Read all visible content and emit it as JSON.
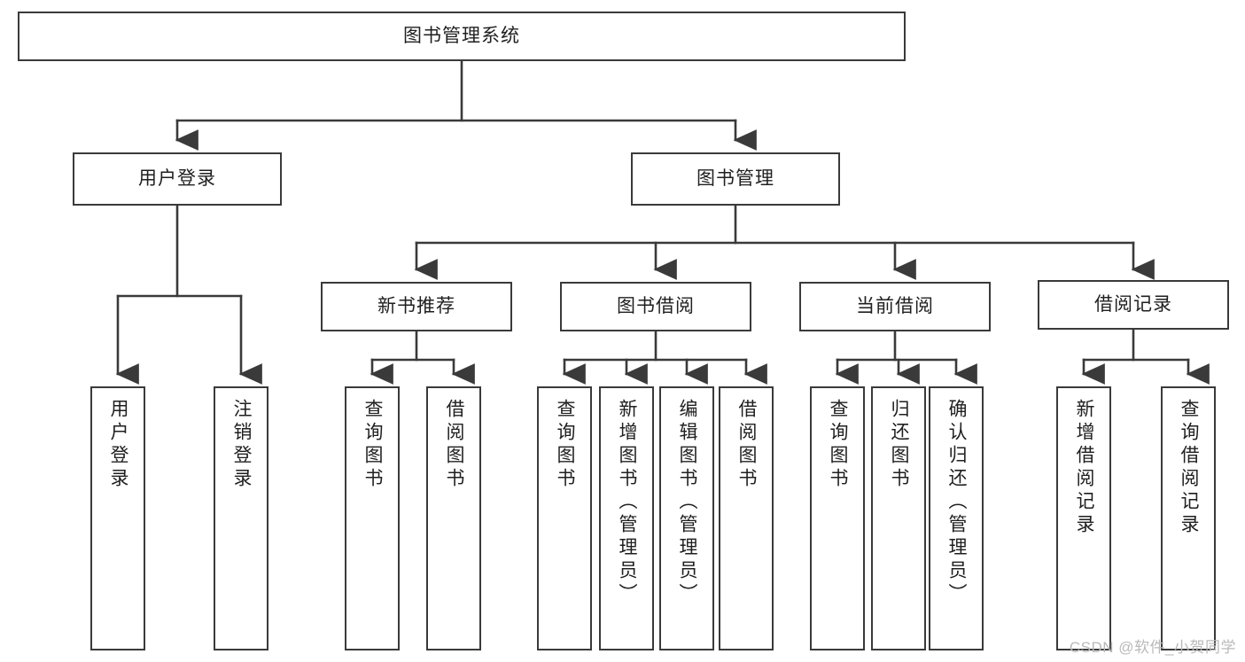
{
  "diagram": {
    "type": "tree",
    "title": "图书管理系统",
    "root": {
      "id": "root",
      "label": "图书管理系统"
    },
    "level1": [
      {
        "id": "user-login",
        "label": "用户登录"
      },
      {
        "id": "book-manage",
        "label": "图书管理"
      }
    ],
    "level2": [
      {
        "id": "new-book-recommend",
        "label": "新书推荐",
        "parent": "book-manage"
      },
      {
        "id": "book-borrow",
        "label": "图书借阅",
        "parent": "book-manage"
      },
      {
        "id": "current-borrow",
        "label": "当前借阅",
        "parent": "book-manage"
      },
      {
        "id": "borrow-record",
        "label": "借阅记录",
        "parent": "book-manage"
      }
    ],
    "leaves": [
      {
        "id": "leaf-user-login",
        "label": "用户登录",
        "parent": "user-login"
      },
      {
        "id": "leaf-user-logout",
        "label": "注销登录",
        "parent": "user-login"
      },
      {
        "id": "leaf-query-book-1",
        "label": "查询图书",
        "parent": "new-book-recommend"
      },
      {
        "id": "leaf-borrow-book-1",
        "label": "借阅图书",
        "parent": "new-book-recommend"
      },
      {
        "id": "leaf-query-book-2",
        "label": "查询图书",
        "parent": "book-borrow"
      },
      {
        "id": "leaf-add-book",
        "label": "新增图书（管理员）",
        "parent": "book-borrow"
      },
      {
        "id": "leaf-edit-book",
        "label": "编辑图书（管理员）",
        "parent": "book-borrow"
      },
      {
        "id": "leaf-borrow-book-2",
        "label": "借阅图书",
        "parent": "book-borrow"
      },
      {
        "id": "leaf-query-book-3",
        "label": "查询图书",
        "parent": "current-borrow"
      },
      {
        "id": "leaf-return-book",
        "label": "归还图书",
        "parent": "current-borrow"
      },
      {
        "id": "leaf-confirm-return",
        "label": "确认归还（管理员）",
        "parent": "current-borrow"
      },
      {
        "id": "leaf-add-record",
        "label": "新增借阅记录",
        "parent": "borrow-record"
      },
      {
        "id": "leaf-query-record",
        "label": "查询借阅记录",
        "parent": "borrow-record"
      }
    ],
    "colors": {
      "stroke": "#3a3a3a",
      "fill": "#ffffff",
      "text": "#1f1f1f",
      "watermark": "#b9b9b9"
    }
  },
  "watermark": {
    "text": "CSDN @软件_小贺同学"
  }
}
